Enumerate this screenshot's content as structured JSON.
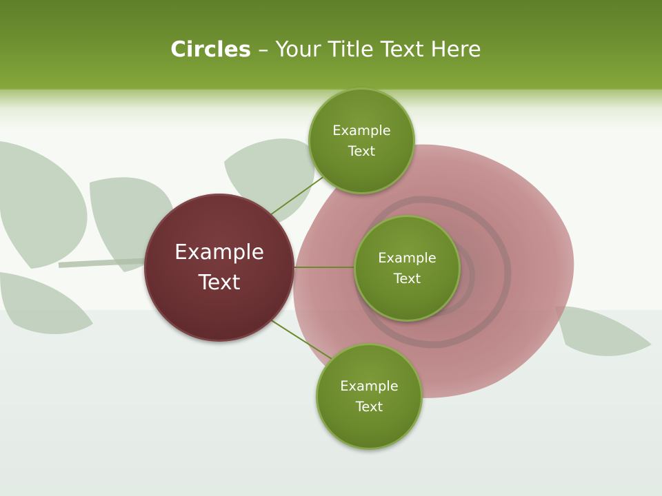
{
  "slide": {
    "title_bold": "Circles",
    "title_rest": " – Your Title Text Here"
  },
  "diagram": {
    "center": {
      "text_line1": "Example",
      "text_line2": "Text"
    },
    "satellites": [
      {
        "text_line1": "Example",
        "text_line2": "Text"
      },
      {
        "text_line1": "Example",
        "text_line2": "Text"
      },
      {
        "text_line1": "Example",
        "text_line2": "Text"
      }
    ]
  },
  "colors": {
    "header_green": "#6d8f30",
    "center_circle": "#6a3133",
    "satellite_circle": "#6b8a2c",
    "connector": "#6b8a2c"
  }
}
